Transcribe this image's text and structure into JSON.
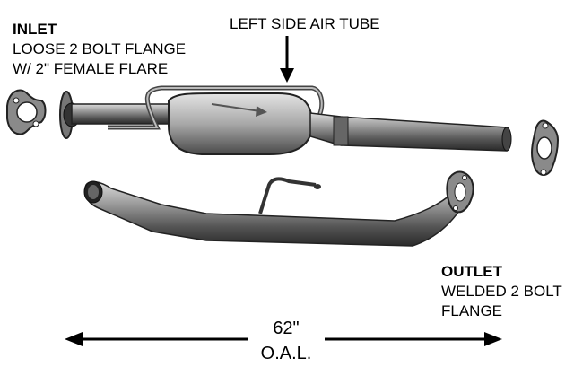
{
  "inlet": {
    "title": "INLET",
    "line1": "LOOSE 2 BOLT FLANGE",
    "line2": "W/ 2\" FEMALE FLARE"
  },
  "air_tube_label": "LEFT SIDE AIR TUBE",
  "outlet": {
    "title": "OUTLET",
    "line1": "WELDED 2 BOLT",
    "line2": "FLANGE"
  },
  "dimension": {
    "length": "62\"",
    "label": "O.A.L."
  }
}
